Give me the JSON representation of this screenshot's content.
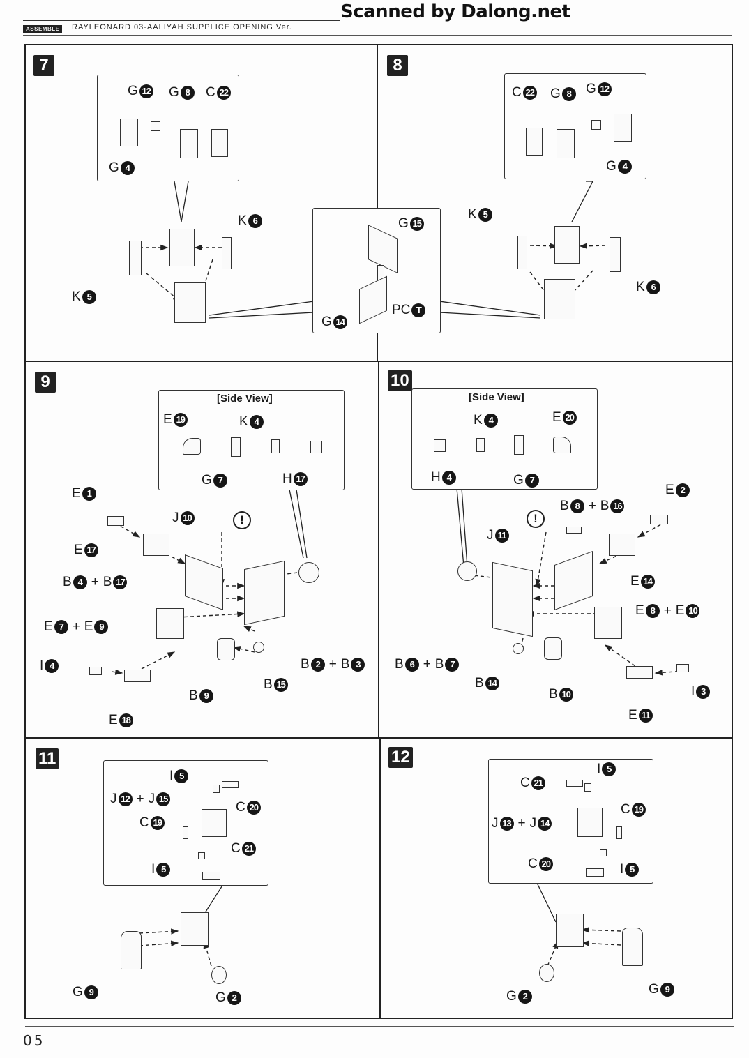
{
  "header": {
    "watermark": "Scanned by Dalong.net",
    "section_badge": "ASSEMBLE",
    "manual_title": "RAYLEONARD 03-AALIYAH SUPPLICE OPENING Ver."
  },
  "footer": {
    "page_number": "05"
  },
  "icons": {
    "warning": "!"
  },
  "steps": [
    {
      "number": "7",
      "inset_labels": [
        {
          "letter": "G",
          "num": "12"
        },
        {
          "letter": "G",
          "num": "8"
        },
        {
          "letter": "C",
          "num": "22"
        },
        {
          "letter": "G",
          "num": "4"
        }
      ],
      "labels": [
        {
          "letter": "K",
          "num": "6"
        },
        {
          "letter": "K",
          "num": "5"
        }
      ],
      "shared_inset_labels": [
        {
          "letter": "G",
          "num": "15"
        },
        {
          "letter": "G",
          "num": "14"
        },
        {
          "letter": "PC",
          "num": "T"
        }
      ]
    },
    {
      "number": "8",
      "inset_labels": [
        {
          "letter": "C",
          "num": "22"
        },
        {
          "letter": "G",
          "num": "8"
        },
        {
          "letter": "G",
          "num": "12"
        },
        {
          "letter": "G",
          "num": "4"
        }
      ],
      "labels": [
        {
          "letter": "K",
          "num": "5"
        },
        {
          "letter": "K",
          "num": "6"
        }
      ]
    },
    {
      "number": "9",
      "side_view_title": "[Side View]",
      "inset_labels": [
        {
          "letter": "E",
          "num": "19"
        },
        {
          "letter": "K",
          "num": "4"
        },
        {
          "letter": "G",
          "num": "7"
        },
        {
          "letter": "H",
          "num": "17"
        }
      ],
      "labels": [
        {
          "letter": "E",
          "num": "1"
        },
        {
          "letter": "J",
          "num": "10"
        },
        {
          "letter": "E",
          "num": "17"
        },
        {
          "combo": [
            {
              "letter": "B",
              "num": "4"
            },
            {
              "letter": "B",
              "num": "17"
            }
          ]
        },
        {
          "combo": [
            {
              "letter": "E",
              "num": "7"
            },
            {
              "letter": "E",
              "num": "9"
            }
          ]
        },
        {
          "letter": "I",
          "num": "4"
        },
        {
          "combo": [
            {
              "letter": "B",
              "num": "2"
            },
            {
              "letter": "B",
              "num": "3"
            }
          ]
        },
        {
          "letter": "B",
          "num": "15"
        },
        {
          "letter": "B",
          "num": "9"
        },
        {
          "letter": "E",
          "num": "18"
        }
      ]
    },
    {
      "number": "10",
      "side_view_title": "[Side View]",
      "inset_labels": [
        {
          "letter": "K",
          "num": "4"
        },
        {
          "letter": "E",
          "num": "20"
        },
        {
          "letter": "H",
          "num": "4"
        },
        {
          "letter": "G",
          "num": "7"
        }
      ],
      "labels": [
        {
          "letter": "E",
          "num": "2"
        },
        {
          "combo": [
            {
              "letter": "B",
              "num": "8"
            },
            {
              "letter": "B",
              "num": "16"
            }
          ]
        },
        {
          "letter": "J",
          "num": "11"
        },
        {
          "letter": "E",
          "num": "14"
        },
        {
          "combo": [
            {
              "letter": "E",
              "num": "8"
            },
            {
              "letter": "E",
              "num": "10"
            }
          ]
        },
        {
          "combo": [
            {
              "letter": "B",
              "num": "6"
            },
            {
              "letter": "B",
              "num": "7"
            }
          ]
        },
        {
          "letter": "B",
          "num": "14"
        },
        {
          "letter": "I",
          "num": "3"
        },
        {
          "letter": "B",
          "num": "10"
        },
        {
          "letter": "E",
          "num": "11"
        }
      ]
    },
    {
      "number": "11",
      "inset_labels": [
        {
          "letter": "I",
          "num": "5"
        },
        {
          "combo": [
            {
              "letter": "J",
              "num": "12"
            },
            {
              "letter": "J",
              "num": "15"
            }
          ]
        },
        {
          "letter": "C",
          "num": "20"
        },
        {
          "letter": "C",
          "num": "19"
        },
        {
          "letter": "C",
          "num": "21"
        },
        {
          "letter": "I",
          "num": "5"
        }
      ],
      "labels": [
        {
          "letter": "G",
          "num": "9"
        },
        {
          "letter": "G",
          "num": "2"
        }
      ]
    },
    {
      "number": "12",
      "inset_labels": [
        {
          "letter": "I",
          "num": "5"
        },
        {
          "letter": "C",
          "num": "21"
        },
        {
          "letter": "C",
          "num": "19"
        },
        {
          "combo": [
            {
              "letter": "J",
              "num": "13"
            },
            {
              "letter": "J",
              "num": "14"
            }
          ]
        },
        {
          "letter": "C",
          "num": "20"
        },
        {
          "letter": "I",
          "num": "5"
        }
      ],
      "labels": [
        {
          "letter": "G",
          "num": "2"
        },
        {
          "letter": "G",
          "num": "9"
        }
      ]
    }
  ]
}
